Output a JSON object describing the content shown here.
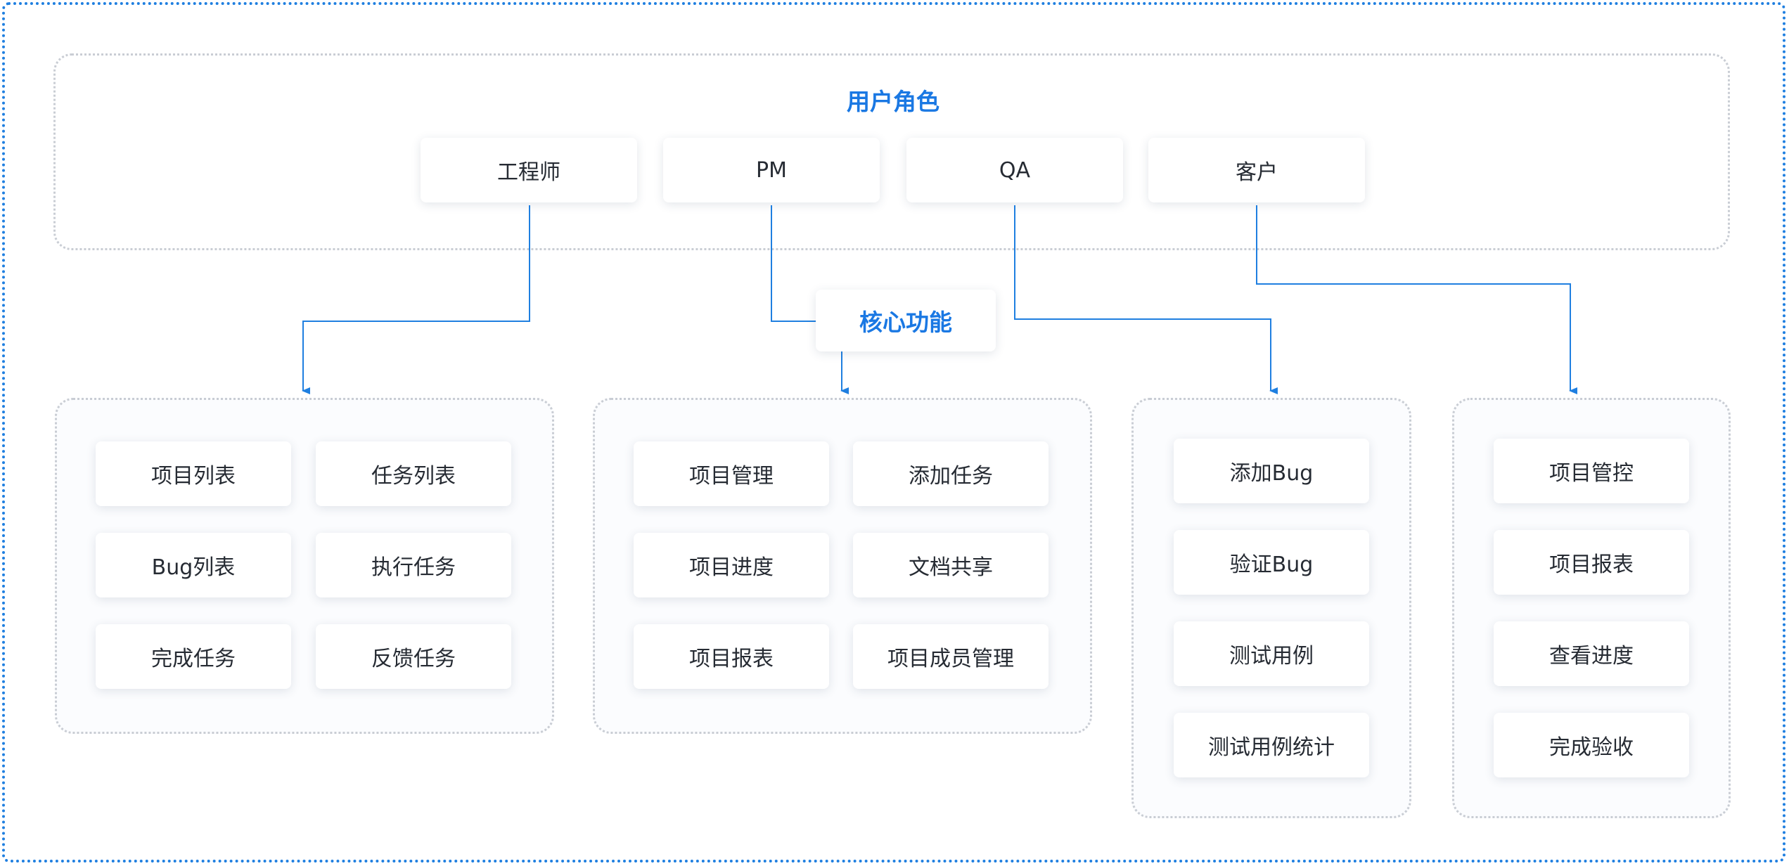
{
  "roles": {
    "title": "用户角色",
    "items": [
      "工程师",
      "PM",
      "QA",
      "客户"
    ]
  },
  "core": {
    "title": "核心功能"
  },
  "engineer": {
    "items": [
      "项目列表",
      "任务列表",
      "Bug列表",
      "执行任务",
      "完成任务",
      "反馈任务"
    ]
  },
  "pm": {
    "items": [
      "项目管理",
      "添加任务",
      "项目进度",
      "文档共享",
      "项目报表",
      "项目成员管理"
    ]
  },
  "qa": {
    "items": [
      "添加Bug",
      "验证Bug",
      "测试用例",
      "测试用例统计"
    ]
  },
  "client": {
    "items": [
      "项目管控",
      "项目报表",
      "查看进度",
      "完成验收"
    ]
  },
  "colors": {
    "accent": "#1a78e3",
    "border": "#1f7fe0",
    "dots": "#c9cdd4"
  }
}
